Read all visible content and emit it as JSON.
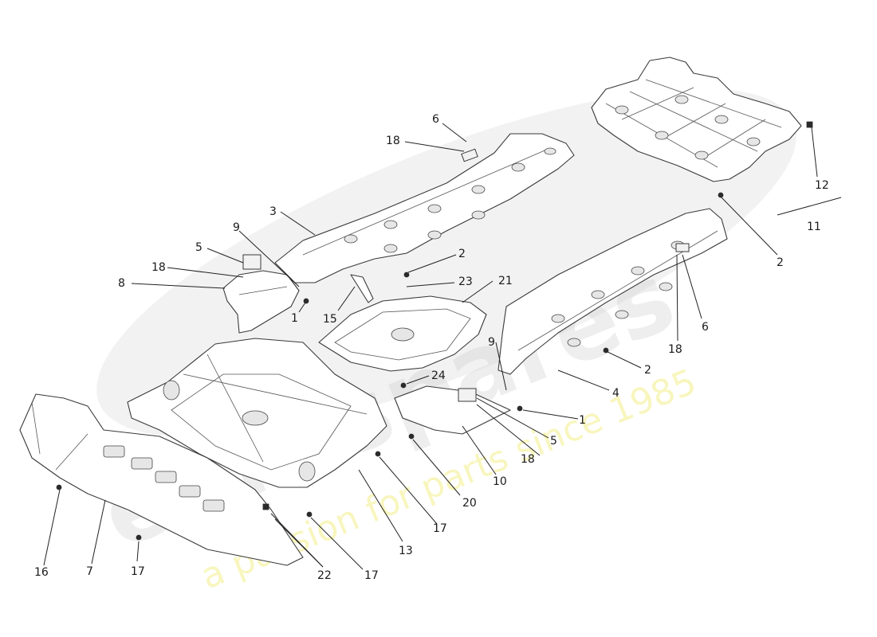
{
  "diagram": {
    "callouts": [
      {
        "id": "c1",
        "text": "1"
      },
      {
        "id": "c2",
        "text": "1"
      },
      {
        "id": "c3",
        "text": "2"
      },
      {
        "id": "c4",
        "text": "2"
      },
      {
        "id": "c5",
        "text": "2"
      },
      {
        "id": "c6",
        "text": "3"
      },
      {
        "id": "c7",
        "text": "4"
      },
      {
        "id": "c8",
        "text": "5"
      },
      {
        "id": "c9",
        "text": "5"
      },
      {
        "id": "c10",
        "text": "6"
      },
      {
        "id": "c11",
        "text": "6"
      },
      {
        "id": "c12",
        "text": "7"
      },
      {
        "id": "c13",
        "text": "8"
      },
      {
        "id": "c14",
        "text": "9"
      },
      {
        "id": "c15",
        "text": "9"
      },
      {
        "id": "c16",
        "text": "10"
      },
      {
        "id": "c17",
        "text": "11"
      },
      {
        "id": "c18",
        "text": "12"
      },
      {
        "id": "c19",
        "text": "13"
      },
      {
        "id": "c20",
        "text": "15"
      },
      {
        "id": "c21",
        "text": "16"
      },
      {
        "id": "c22",
        "text": "17"
      },
      {
        "id": "c23",
        "text": "17"
      },
      {
        "id": "c24",
        "text": "17"
      },
      {
        "id": "c25",
        "text": "18"
      },
      {
        "id": "c26",
        "text": "18"
      },
      {
        "id": "c27",
        "text": "18"
      },
      {
        "id": "c28",
        "text": "18"
      },
      {
        "id": "c29",
        "text": "20"
      },
      {
        "id": "c30",
        "text": "21"
      },
      {
        "id": "c31",
        "text": "22"
      },
      {
        "id": "c32",
        "text": "23"
      },
      {
        "id": "c33",
        "text": "24"
      }
    ]
  },
  "watermark": {
    "brand": "eurospares",
    "tagline": "a passion for parts since 1985"
  }
}
